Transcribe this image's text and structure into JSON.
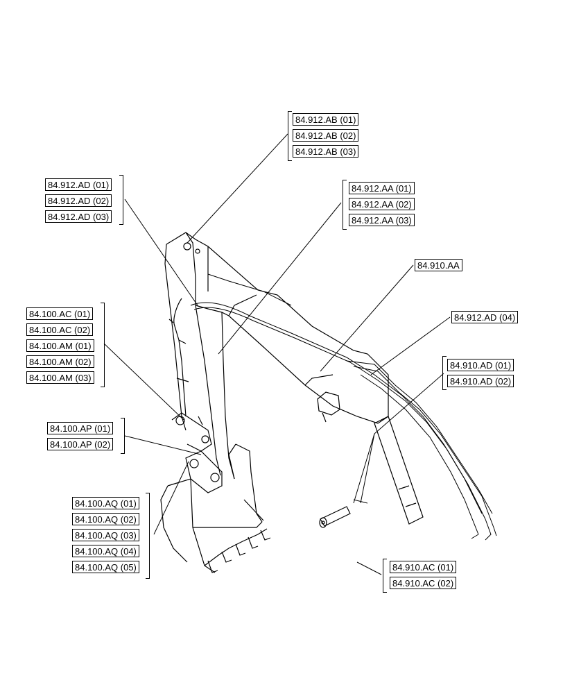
{
  "callouts": {
    "ab": [
      "84.912.AB (01)",
      "84.912.AB (02)",
      "84.912.AB (03)"
    ],
    "ad": [
      "84.912.AD (01)",
      "84.912.AD (02)",
      "84.912.AD (03)"
    ],
    "aa": [
      "84.912.AA (01)",
      "84.912.AA (02)",
      "84.912.AA (03)"
    ],
    "910aa": "84.910.AA",
    "ad04": "84.912.AD (04)",
    "910ad": [
      "84.910.AD (01)",
      "84.910.AD (02)"
    ],
    "ac_am": [
      "84.100.AC (01)",
      "84.100.AC (02)",
      "84.100.AM (01)",
      "84.100.AM (02)",
      "84.100.AM (03)"
    ],
    "ap": [
      "84.100.AP (01)",
      "84.100.AP (02)"
    ],
    "aq": [
      "84.100.AQ (01)",
      "84.100.AQ (02)",
      "84.100.AQ (03)",
      "84.100.AQ (04)",
      "84.100.AQ (05)"
    ],
    "910ac": [
      "84.910.AC (01)",
      "84.910.AC (02)"
    ]
  },
  "colors": {
    "line": "#000000",
    "background": "#ffffff"
  }
}
